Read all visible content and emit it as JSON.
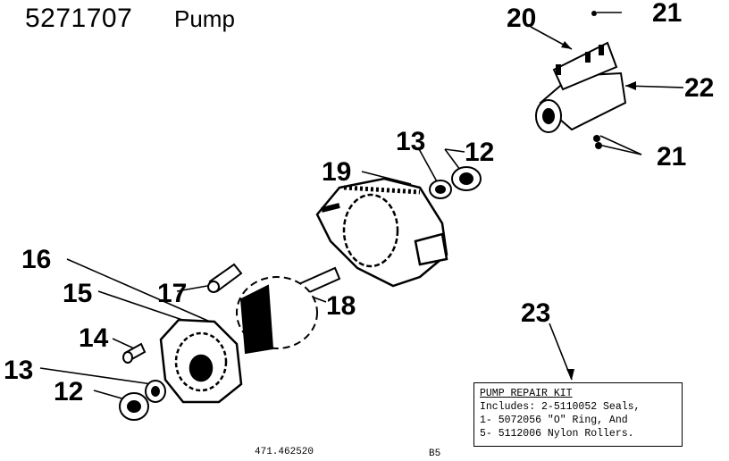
{
  "header": {
    "part_number": "5271707",
    "title": "Pump"
  },
  "callouts": [
    "20",
    "21",
    "22",
    "21",
    "13",
    "12",
    "19",
    "16",
    "15",
    "17",
    "18",
    "14",
    "13",
    "12",
    "23"
  ],
  "kit": {
    "title": "PUMP REPAIR KIT",
    "lines": [
      "Includes: 2-5110052 Seals,",
      "1- 5072056 \"O\" Ring, And",
      "5- 5112006 Nylon Rollers."
    ]
  },
  "footer": {
    "left": "471.462520",
    "right": "B5"
  }
}
